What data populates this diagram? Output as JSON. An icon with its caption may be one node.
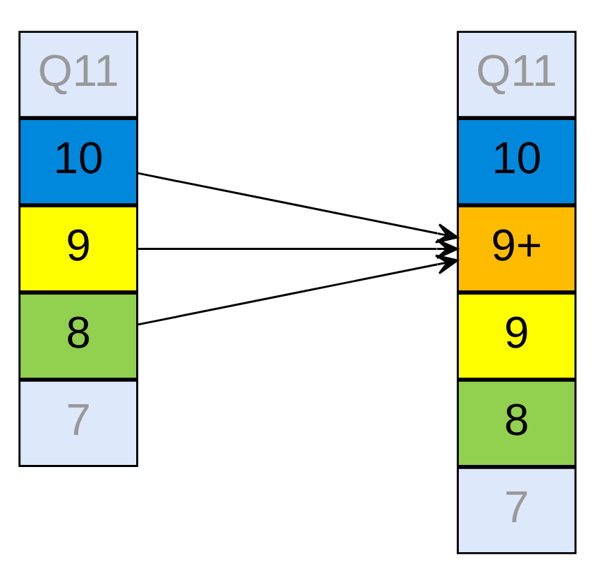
{
  "diagram": {
    "nodes": [
      {
        "text": [
          "Q11"
        ]
      },
      {
        "text": [
          "10"
        ]
      },
      {
        "text": [
          "9"
        ]
      },
      {
        "text": [
          "8"
        ]
      },
      {
        "text": [
          "7"
        ]
      },
      {
        "text": [
          "Q11"
        ]
      },
      {
        "text": [
          "10"
        ]
      },
      {
        "text": [
          "9+"
        ]
      },
      {
        "text": [
          "9"
        ]
      },
      {
        "text": [
          "8"
        ]
      },
      {
        "text": [
          "7"
        ]
      }
    ],
    "edges": [
      {
        "from": 1,
        "to": 7,
        "arrow": "to"
      },
      {
        "from": 2,
        "to": 7,
        "arrow": "to"
      },
      {
        "from": 3,
        "to": 7,
        "arrow": "to"
      }
    ]
  }
}
